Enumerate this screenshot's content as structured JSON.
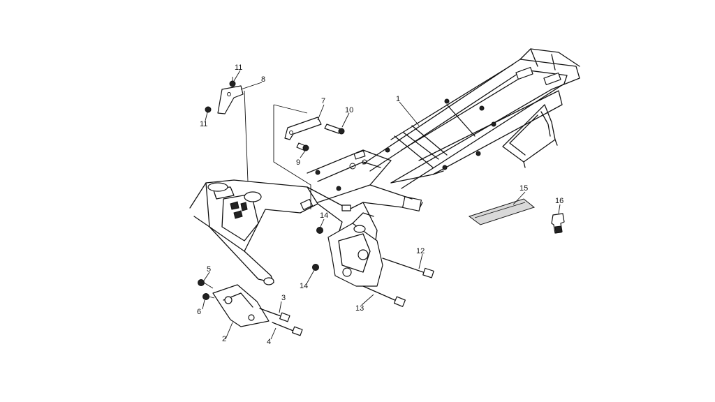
{
  "callouts": [
    "1",
    "2",
    "3",
    "4",
    "5",
    "6",
    "7",
    "8",
    "9",
    "10",
    "11",
    "11",
    "12",
    "13",
    "14",
    "14",
    "15",
    "16"
  ]
}
